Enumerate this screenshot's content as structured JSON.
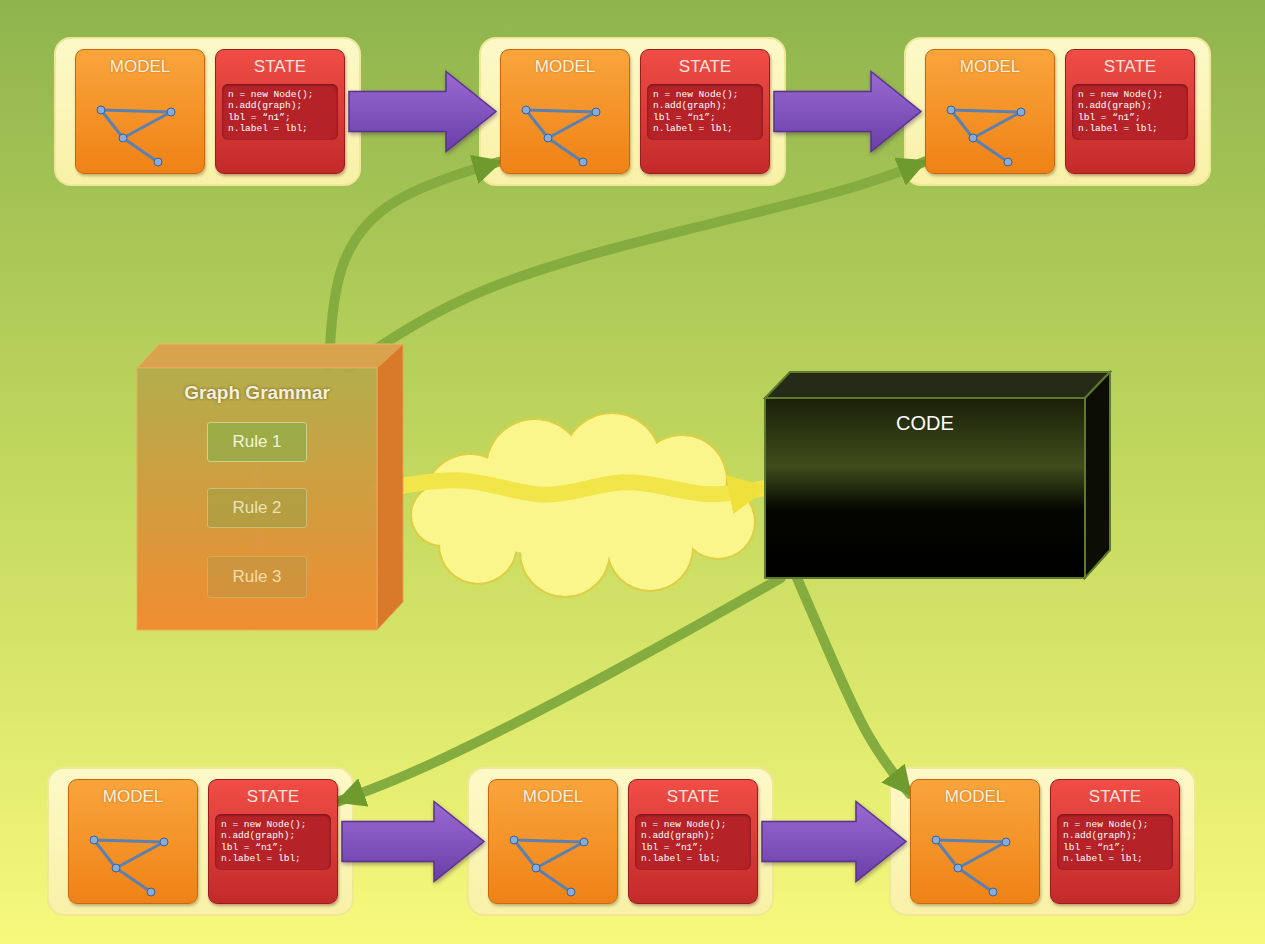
{
  "diagram": {
    "nodes": [
      {
        "text": [
          "MODEL"
        ]
      },
      {
        "text": [
          "STATE",
          "n = new Node();",
          "n.add(graph);",
          "lbl = “n1”;",
          "n.label = lbl;"
        ]
      },
      {
        "text": [
          "MODEL"
        ]
      },
      {
        "text": [
          "STATE",
          "n = new Node();",
          "n.add(graph);",
          "lbl = “n1”;",
          "n.label = lbl;"
        ]
      },
      {
        "text": [
          "MODEL"
        ]
      },
      {
        "text": [
          "STATE",
          "n = new Node();",
          "n.add(graph);",
          "lbl = “n1”;",
          "n.label = lbl;"
        ]
      },
      {
        "text": [
          "Graph Grammar"
        ]
      },
      {
        "text": [
          "Rule 1"
        ],
        "in": 6
      },
      {
        "text": [
          "Rule 2"
        ],
        "in": 6
      },
      {
        "text": [
          "Rule 3"
        ],
        "in": 6
      },
      {
        "text": [
          "CODE"
        ]
      },
      {
        "text": [
          "MODEL"
        ]
      },
      {
        "text": [
          "STATE",
          "n = new Node();",
          "n.add(graph);",
          "lbl = “n1”;",
          "n.label = lbl;"
        ]
      },
      {
        "text": [
          "MODEL"
        ]
      },
      {
        "text": [
          "STATE",
          "n = new Node();",
          "n.add(graph);",
          "lbl = “n1”;",
          "n.label = lbl;"
        ]
      },
      {
        "text": [
          "MODEL"
        ]
      },
      {
        "text": [
          "STATE",
          "n = new Node();",
          "n.add(graph);",
          "lbl = “n1”;",
          "n.label = lbl;"
        ]
      }
    ],
    "edges": [
      {
        "from": 1,
        "to": 2,
        "arrow": "to"
      },
      {
        "from": 3,
        "to": 4,
        "arrow": "to"
      },
      {
        "from": 6,
        "to": 2,
        "arrow": "to"
      },
      {
        "from": 6,
        "to": 4,
        "arrow": "to"
      },
      {
        "from": 6,
        "to": 10,
        "arrow": "to"
      },
      {
        "from": 7,
        "to": 8,
        "arrow": "to"
      },
      {
        "from": 8,
        "to": 9,
        "arrow": "to"
      },
      {
        "from": 12,
        "to": 13,
        "arrow": "to"
      },
      {
        "from": 14,
        "to": 15,
        "arrow": "to"
      },
      {
        "from": 10,
        "to": 12,
        "arrow": "to"
      },
      {
        "from": 10,
        "to": 15,
        "arrow": "to"
      }
    ]
  }
}
